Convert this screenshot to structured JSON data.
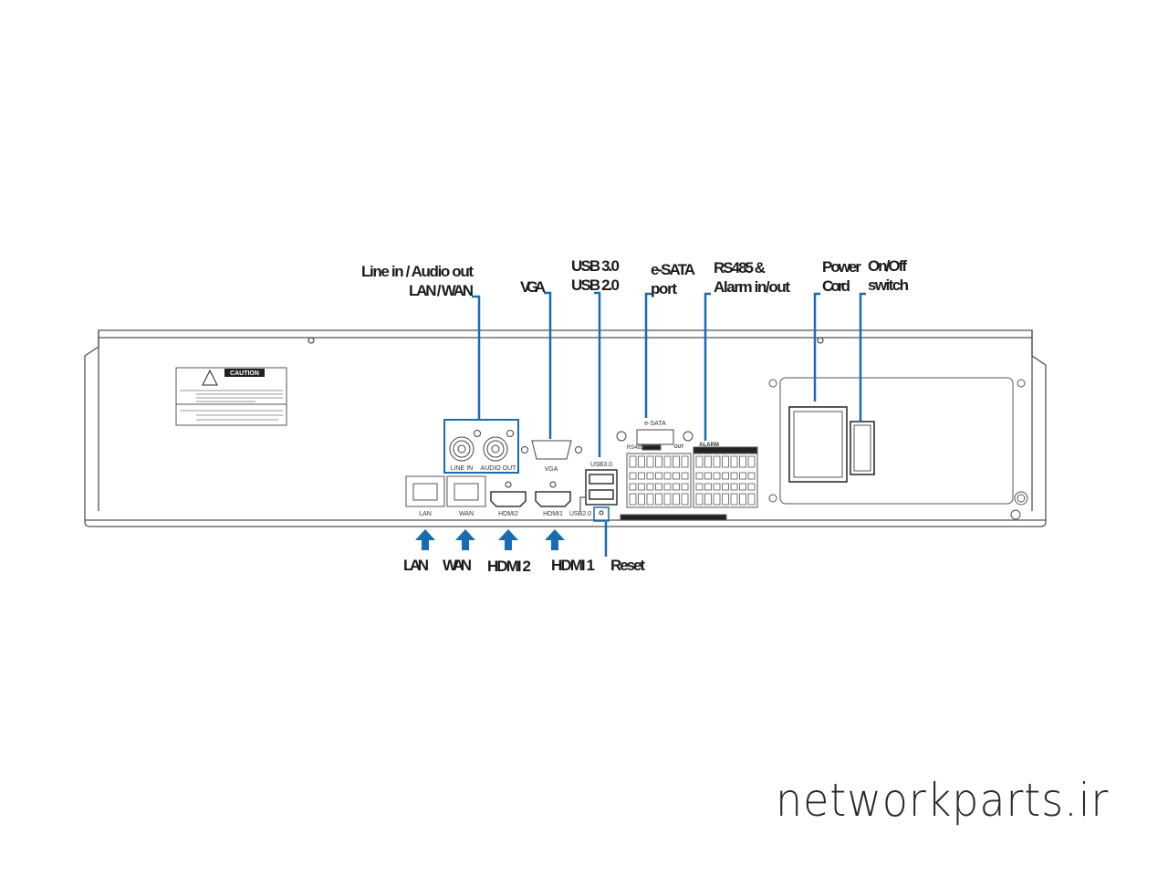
{
  "callouts_top": {
    "audio_line1": "Line in / Audio out",
    "audio_line2": "LAN / WAN",
    "vga": "VGA",
    "usb_line1": "USB 3.0",
    "usb_line2": "USB 2.0",
    "esata_line1": "e-SATA",
    "esata_line2": "port",
    "rs485_line1": "RS485 &",
    "rs485_line2": "Alarm in/out",
    "power_line1": "Power",
    "power_line2": "Cord",
    "switch_line1": "On/Off",
    "switch_line2": "switch"
  },
  "callouts_bottom": {
    "lan": "LAN",
    "wan": "WAN",
    "hdmi2": "HDMI 2",
    "hdmi1": "HDMI 1",
    "reset": "Reset"
  },
  "panel_labels": {
    "caution": "CAUTION",
    "line_in": "LINE IN",
    "audio_out": "AUDIO OUT",
    "vga": "VGA",
    "lan": "LAN",
    "wan": "WAN",
    "hdmi2": "HDMI2",
    "hdmi1": "HDMI1",
    "usb3": "USB3.0",
    "usb2": "USB2.0",
    "esata": "e-SATA",
    "rs485": "RS485",
    "alarm": "ALARM",
    "out": "OUT"
  },
  "watermark": "networkparts.ir",
  "colors": {
    "accent": "#1a6cb0",
    "line": "#555555"
  }
}
